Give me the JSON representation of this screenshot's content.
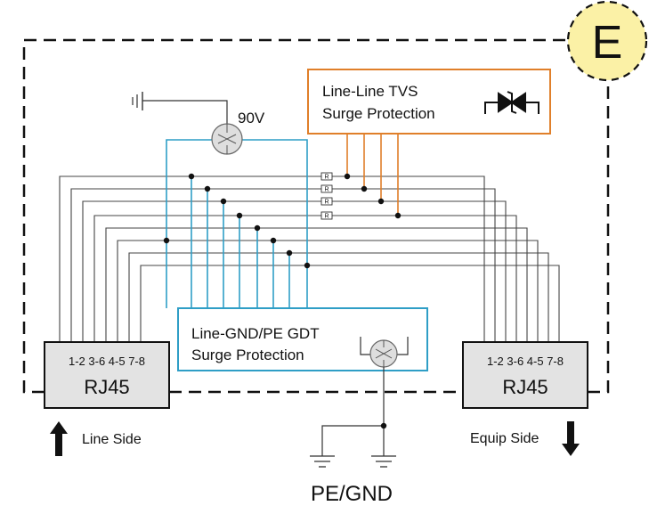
{
  "badge": {
    "letter": "E"
  },
  "tvs_box": {
    "line1": "Line-Line TVS",
    "line2": "Surge Protection",
    "border_color": "#e07f2a"
  },
  "gdt_box": {
    "line1": "Line-GND/PE GDT",
    "line2": "Surge Protection",
    "border_color": "#2f9ec6"
  },
  "gdt_voltage": "90V",
  "resistor_mark": "R",
  "rj45_left": {
    "pins": "1-2 3-6 4-5 7-8",
    "title": "RJ45"
  },
  "rj45_right": {
    "pins": "1-2 3-6 4-5 7-8",
    "title": "RJ45"
  },
  "line_side_label": "Line Side",
  "equip_side_label": "Equip Side",
  "pe_gnd_label": "PE/GND",
  "colors": {
    "wire": "#444444",
    "gdt_wire": "#2f9ec6",
    "tvs_wire": "#e07f2a",
    "badge_fill": "#fbf1a6",
    "connector_fill": "#e3e3e3"
  }
}
